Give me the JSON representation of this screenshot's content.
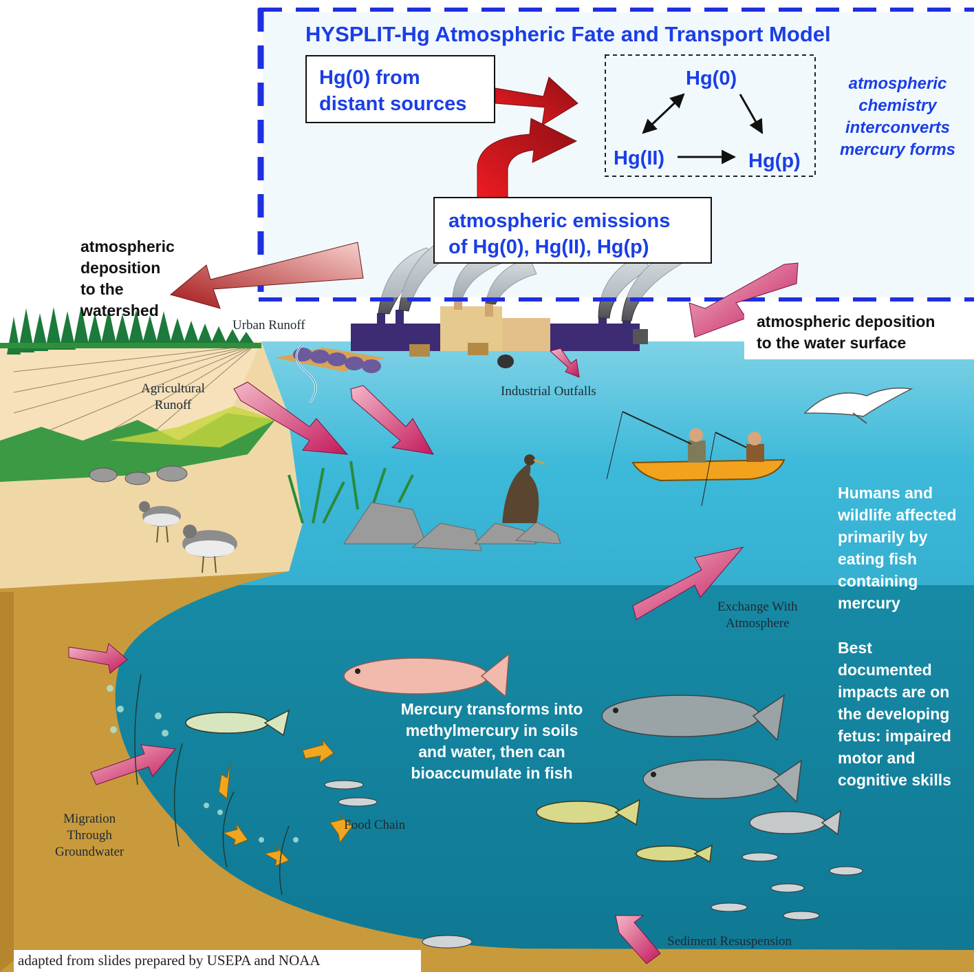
{
  "model": {
    "title": "HYSPLIT-Hg Atmospheric Fate and Transport Model",
    "distant_sources": "Hg(0) from\ndistant sources",
    "species": {
      "hg0": "Hg(0)",
      "hg2": "Hg(II)",
      "hgp": "Hg(p)"
    },
    "chemistry_note": "atmospheric\nchemistry\ninterconverts\nmercury forms",
    "emissions": "atmospheric emissions\nof Hg(0), Hg(II), Hg(p)"
  },
  "labels": {
    "deposition_watershed": "atmospheric\ndeposition\nto the\nwatershed",
    "deposition_water": "atmospheric deposition\nto the water surface",
    "urban_runoff": "Urban Runoff",
    "agricultural_runoff": "Agricultural\nRunoff",
    "industrial_outfalls": "Industrial Outfalls",
    "exchange": "Exchange With\nAtmosphere",
    "migration": "Migration\nThrough\nGroundwater",
    "food_chain": "Food Chain",
    "sediment": "Sediment Resuspension",
    "methylation": "Mercury transforms into\nmethylmercury in soils\nand water, then can\nbioaccumulate in fish",
    "humans": "Humans and\nwildlife affected\nprimarily by\neating fish\ncontaining\nmercury",
    "impacts": "Best\ndocumented\nimpacts are on\nthe developing\nfetus:  impaired\nmotor and\ncognitive skills",
    "credit": "adapted from slides prepared by USEPA and NOAA"
  },
  "colors": {
    "model_border": "#1f2fe0",
    "model_text": "#1a3ee6",
    "water_top": "#38b8d8",
    "water_deep": "#1a8aa6",
    "sand": "#e8c98c",
    "sediment": "#c99a3c",
    "arrow_red": "#e4141e",
    "arrow_pink": "#c8306a"
  }
}
